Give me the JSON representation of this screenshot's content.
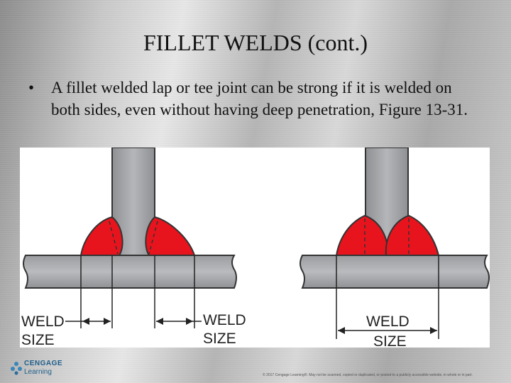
{
  "slide": {
    "title": "FILLET WELDS (cont.)",
    "bullet_symbol": "•",
    "bullet_text": "A fillet welded lap or tee joint can be strong if it is welded on both sides, even without having deep penetration, Figure 13-31."
  },
  "figure": {
    "left_labels": {
      "weld_left_1": "WELD",
      "weld_left_2": "SIZE",
      "weld_right_1": "WELD",
      "weld_right_2": "SIZE"
    },
    "right_labels": {
      "weld_1": "WELD",
      "weld_2": "SIZE"
    },
    "colors": {
      "weld": "#e8141d",
      "steel": "#a7a9ac",
      "outline": "#333333"
    }
  },
  "footer": {
    "logo_line1": "CENGAGE",
    "logo_line2": "Learning",
    "copyright": "© 2017 Cengage Learning®. May not be scanned, copied or duplicated, or posted to a publicly accessible website, in whole or in part."
  }
}
